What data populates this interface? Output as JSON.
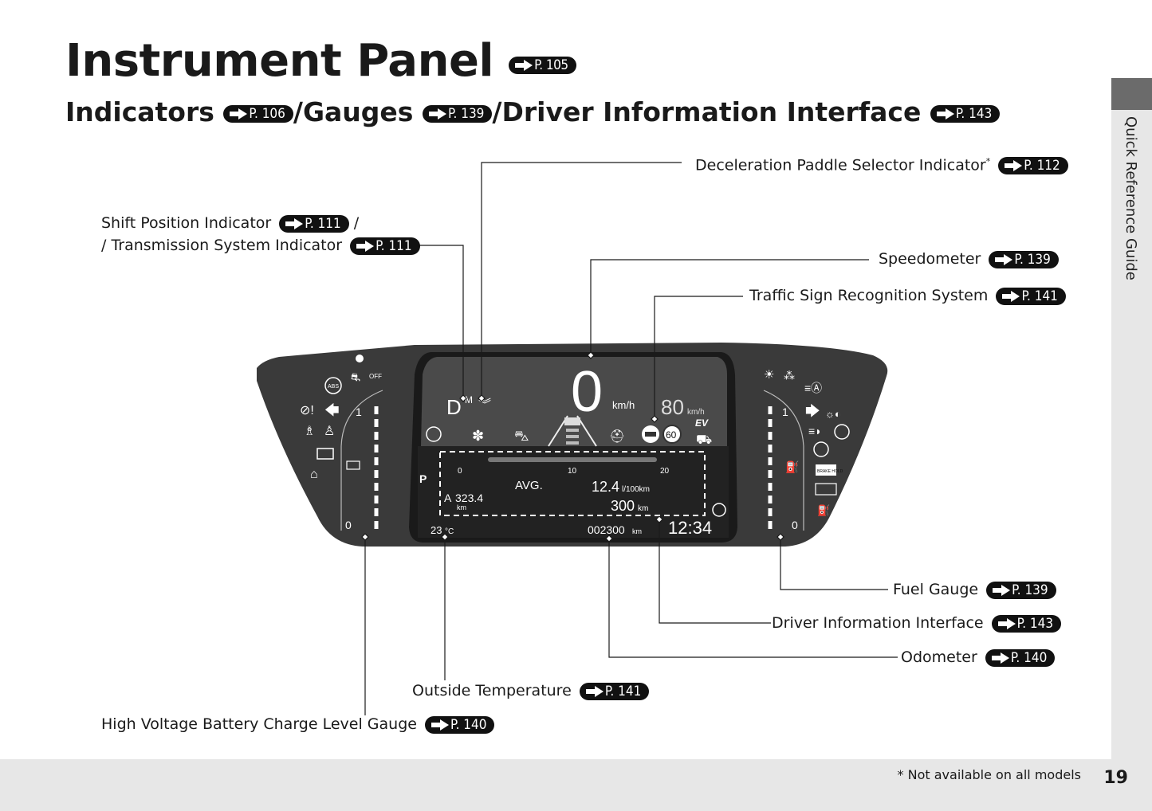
{
  "title": "Instrument Panel",
  "title_ref": "P. 105",
  "subtitle": {
    "part1": "Indicators",
    "ref1": "P. 106",
    "part2": "/Gauges",
    "ref2": "P. 139",
    "part3": "/Driver Information Interface",
    "ref3": "P. 143"
  },
  "labels": {
    "decel": {
      "text": "Deceleration Paddle Selector Indicator",
      "mark": "*",
      "ref": "P. 112"
    },
    "shift": {
      "text": "Shift Position Indicator",
      "ref": "P. 111",
      "suffix": " /"
    },
    "trans": {
      "text": "/ Transmission System Indicator",
      "ref": "P. 111"
    },
    "speedo": {
      "text": "Speedometer",
      "ref": "P. 139"
    },
    "tsr": {
      "text": "Traffic Sign Recognition System",
      "ref": "P. 141"
    },
    "fuel": {
      "text": "Fuel Gauge",
      "ref": "P. 139"
    },
    "dii": {
      "text": "Driver Information Interface",
      "ref": "P. 143"
    },
    "odo": {
      "text": "Odometer",
      "ref": "P. 140"
    },
    "temp": {
      "text": "Outside Temperature",
      "ref": "P. 141"
    },
    "hv": {
      "text": "High Voltage Battery Charge Level Gauge",
      "ref": "P. 140"
    }
  },
  "display": {
    "gear": "D",
    "gear_mode": "M",
    "speed": "0",
    "speed_unit": "km/h",
    "limit_speed": "80",
    "limit_unit": "km/h",
    "sign_value": "60",
    "ev": "EV",
    "scale": [
      "0",
      "10",
      "20"
    ],
    "avg": "AVG.",
    "economy": "12.4",
    "economy_unit": "l/100km",
    "range": "300",
    "range_unit": "km",
    "trip_letter": "A",
    "trip_value": "323.4",
    "trip_unit": "km",
    "outside_temp": "23",
    "temp_unit": "°C",
    "odometer": "002300",
    "odo_unit": "km",
    "clock": "12:34",
    "gauge_left_top": "1",
    "gauge_left_bottom": "0",
    "gauge_right_top": "1",
    "gauge_right_bottom": "0",
    "brake_hold": "BRAKE HOLD",
    "abs": "ABS",
    "off": "OFF",
    "park": "P"
  },
  "side_tab": "Quick Reference Guide",
  "footnote": "* Not available on all models",
  "page_number": "19"
}
